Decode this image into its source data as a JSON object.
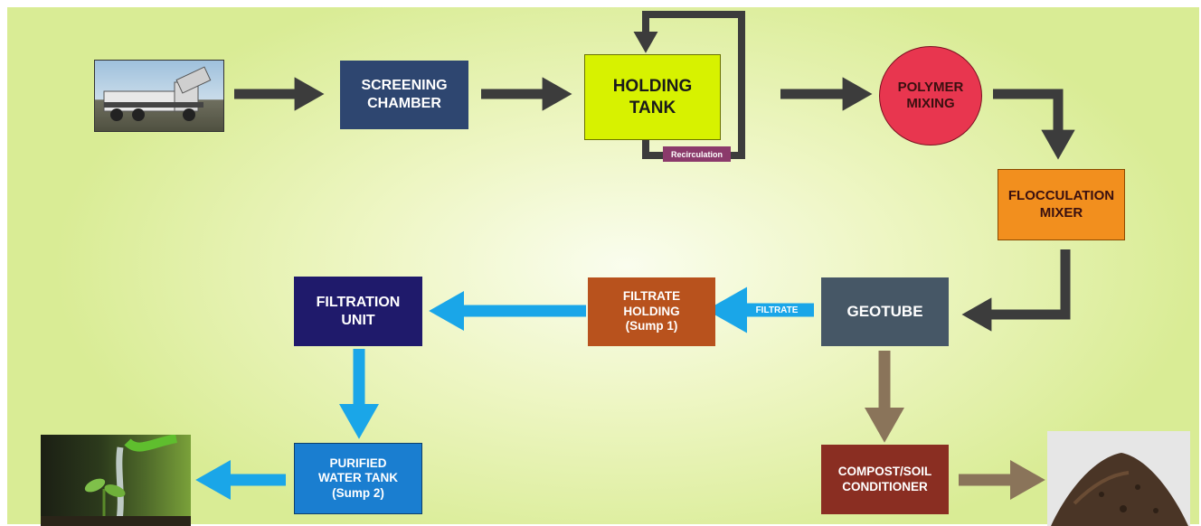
{
  "nodes": {
    "screening_chamber": "SCREENING\nCHAMBER",
    "holding_tank": "HOLDING\nTANK",
    "polymer_mixing": "POLYMER\nMIXING",
    "flocculation_mixer": "FLOCCULATION\nMIXER",
    "geotube": "GEOTUBE",
    "filtrate_holding": "FILTRATE\nHOLDING\n(Sump 1)",
    "filtration_unit": "FILTRATION\nUNIT",
    "purified_water_tank": "PURIFIED\nWATER TANK\n(Sump 2)",
    "compost_soil_conditioner": "COMPOST/SOIL\nCONDITIONER"
  },
  "labels": {
    "recirculation": "Recirculation",
    "filtrate": "FILTRATE"
  },
  "images": {
    "truck": "septage-truck-photo",
    "plant": "plant-watering-photo",
    "soil": "soil-pile-photo"
  },
  "colors": {
    "screening": "#2e4670",
    "holding": "#d7f200",
    "polymer": "#e8364f",
    "flocculation": "#f28f1e",
    "geotube": "#465766",
    "filtrate": "#b8521d",
    "filtration": "#1f1a6b",
    "purified": "#1a7ed0",
    "compost": "#8a2e22",
    "arrow_dark": "#3c3c3c",
    "arrow_blue": "#1aa6e8",
    "arrow_brown": "#8a745a"
  }
}
